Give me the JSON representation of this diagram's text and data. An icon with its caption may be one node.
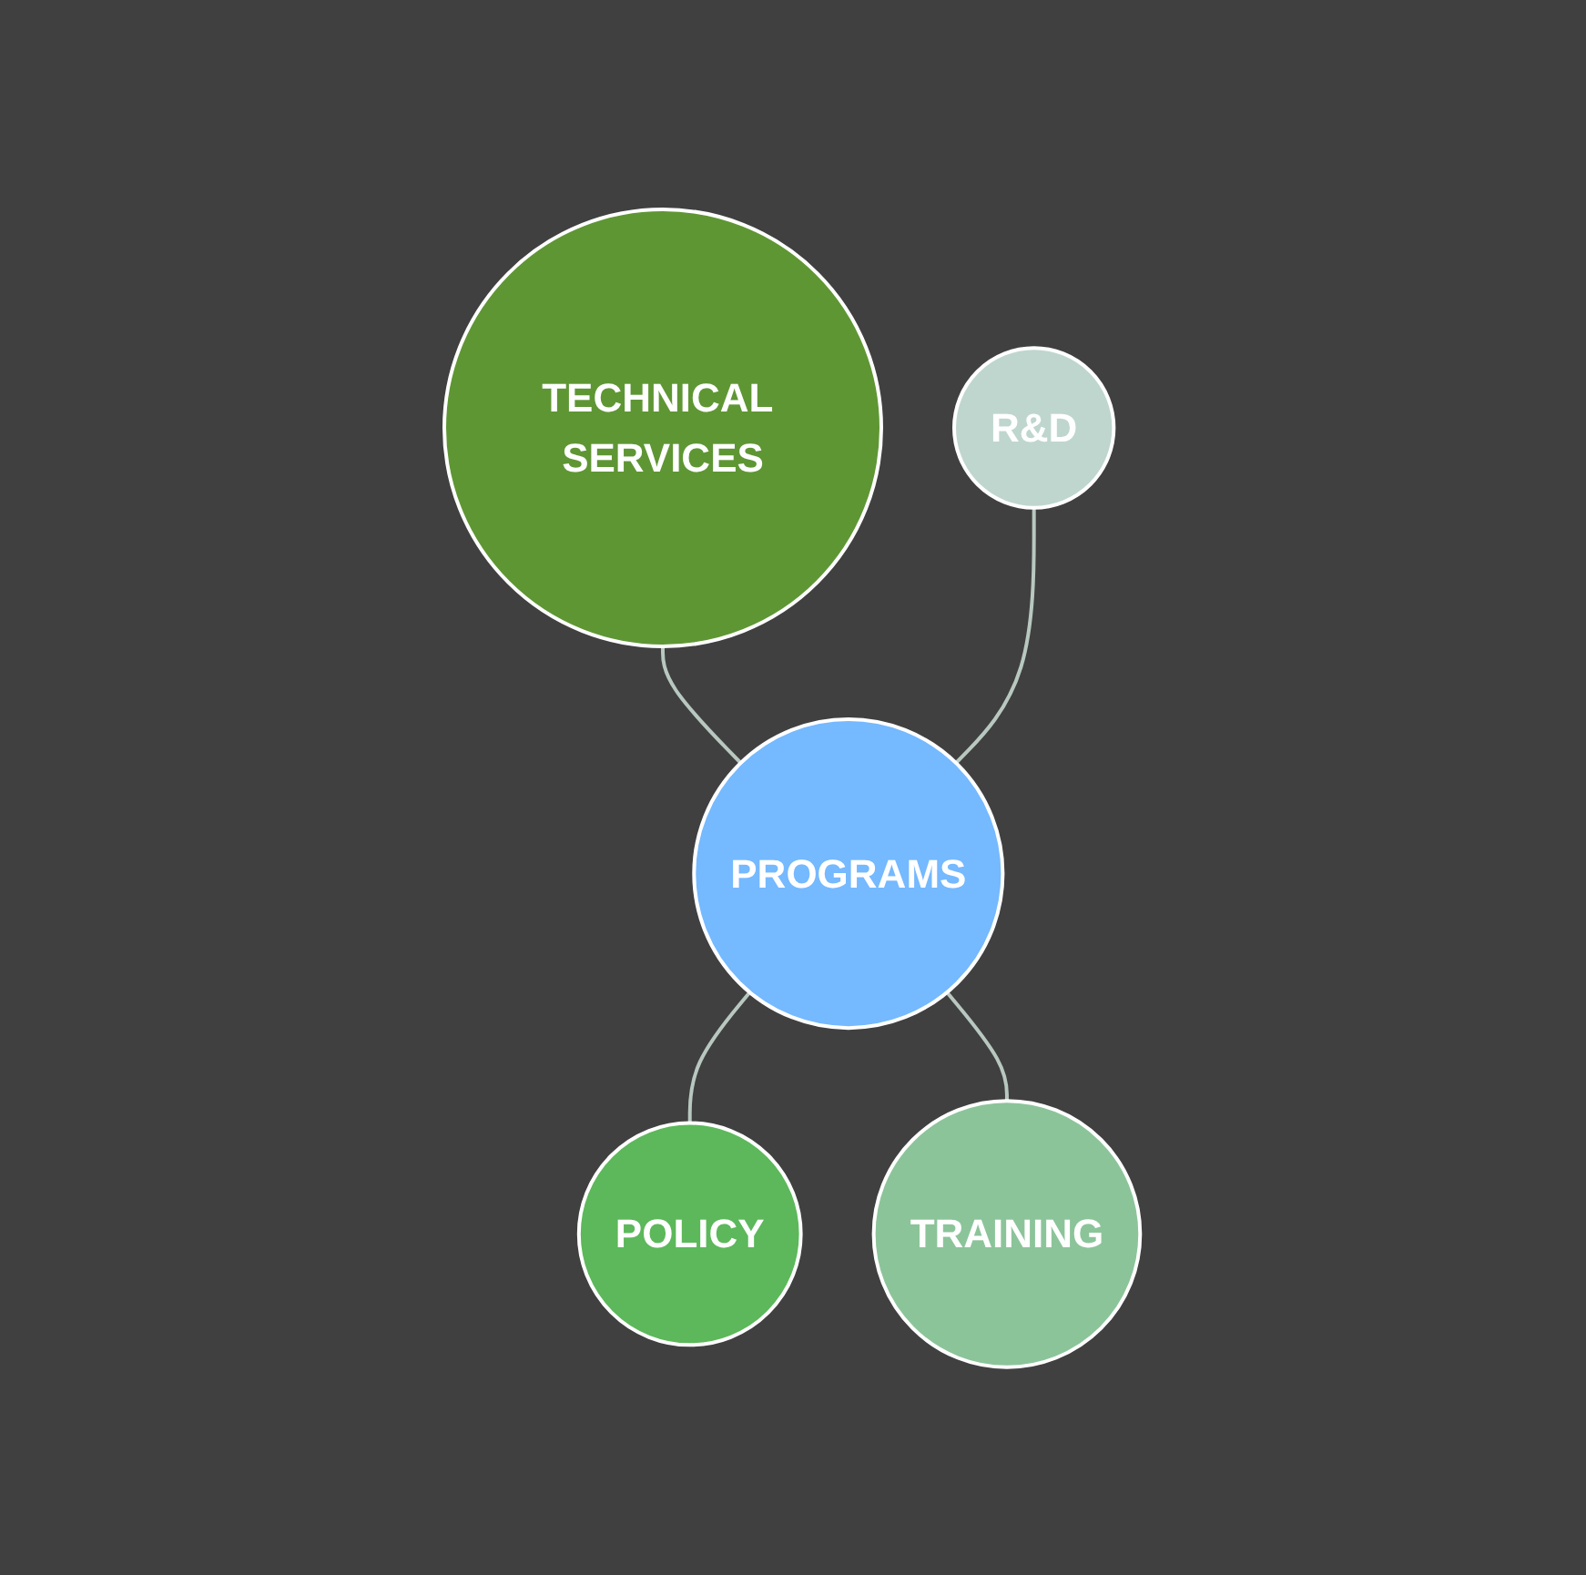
{
  "diagram": {
    "nodes": [
      {
        "text": [
          "TECHNICAL SERVICES"
        ]
      },
      {
        "text": [
          "R&D"
        ]
      },
      {
        "text": [
          "PROGRAMS"
        ]
      },
      {
        "text": [
          "POLICY"
        ]
      },
      {
        "text": [
          "TRAINING"
        ]
      }
    ],
    "edges": [
      {
        "from": 0,
        "to": 2,
        "arrow": "none"
      },
      {
        "from": 1,
        "to": 2,
        "arrow": "none"
      },
      {
        "from": 2,
        "to": 3,
        "arrow": "none"
      },
      {
        "from": 2,
        "to": 4,
        "arrow": "none"
      }
    ]
  }
}
